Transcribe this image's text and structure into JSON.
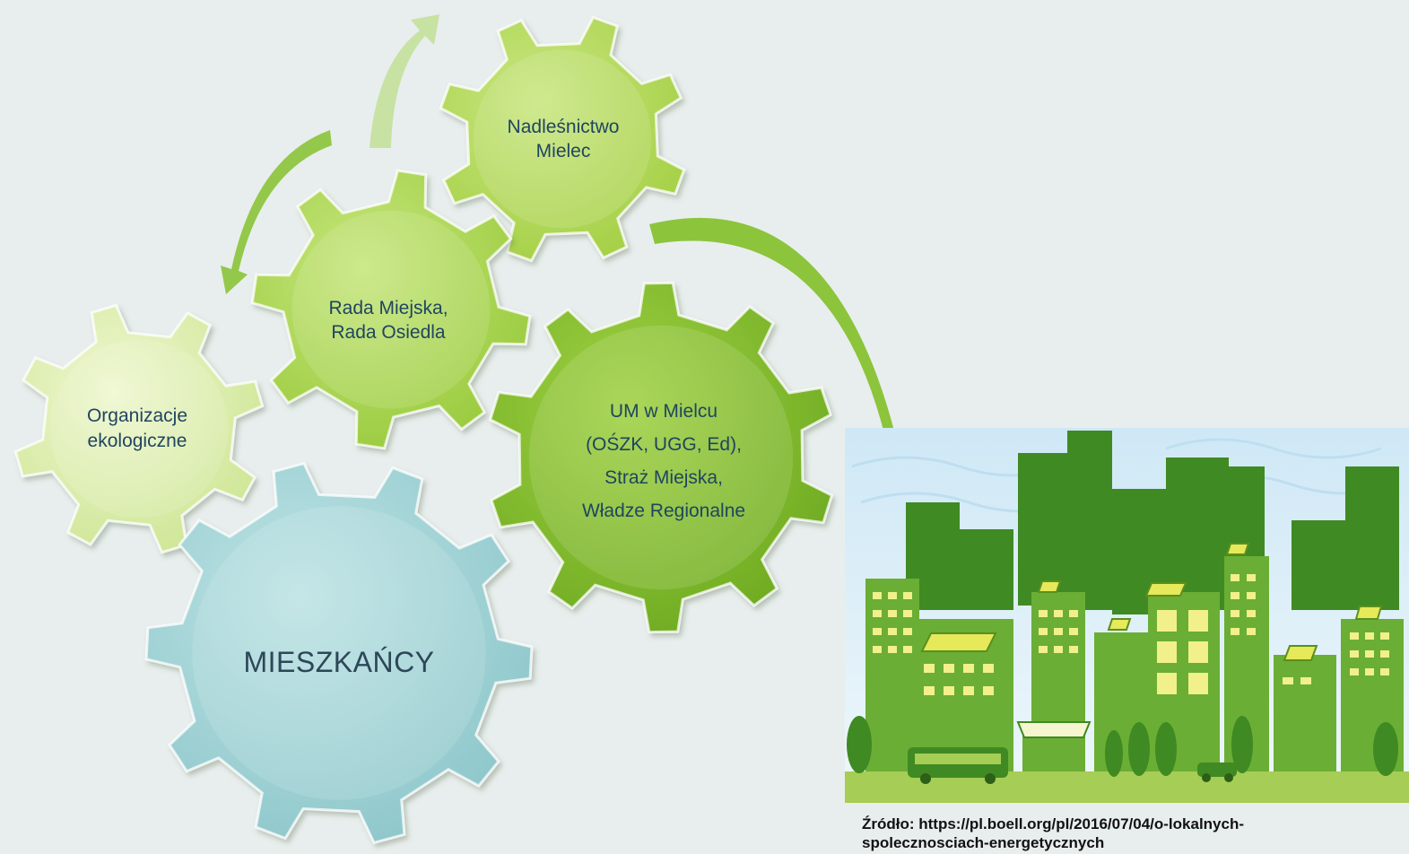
{
  "gears": {
    "nadlesnictwo": {
      "line1": "Nadleśnictwo",
      "line2": "Mielec"
    },
    "rada": {
      "line1": "Rada Miejska,",
      "line2": "Rada Osiedla"
    },
    "organizacje": {
      "line1": "Organizacje",
      "line2": "ekologiczne"
    },
    "um": {
      "line1": "UM w Mielcu",
      "line2": "(OŚZK, UGG, Ed),",
      "line3": "Straż Miejska,",
      "line4": "Władze Regionalne"
    },
    "mieszkancy": {
      "line1": "MIESZKAŃCY"
    }
  },
  "source_text": "Źródło: https://pl.boell.org/pl/2016/07/04/o-lokalnych-spolecznosciach-energetycznych",
  "colors": {
    "background": "#e8eeed",
    "gear_light": "#d4ea9c",
    "gear_mid": "#a8d34e",
    "gear_dark": "#77b52a",
    "gear_blue": "#9fd0d3",
    "arrow": "#8cc43c",
    "city_dark": "#3f8a22",
    "city_mid": "#6aae35",
    "city_light": "#a6cd55",
    "window": "#f1f08a",
    "sky": "#dbeef8"
  },
  "icons": [
    "gear-icon",
    "curved-arrow-icon",
    "building-icon",
    "solar-panel-icon",
    "tree-icon",
    "bus-icon",
    "car-icon"
  ]
}
